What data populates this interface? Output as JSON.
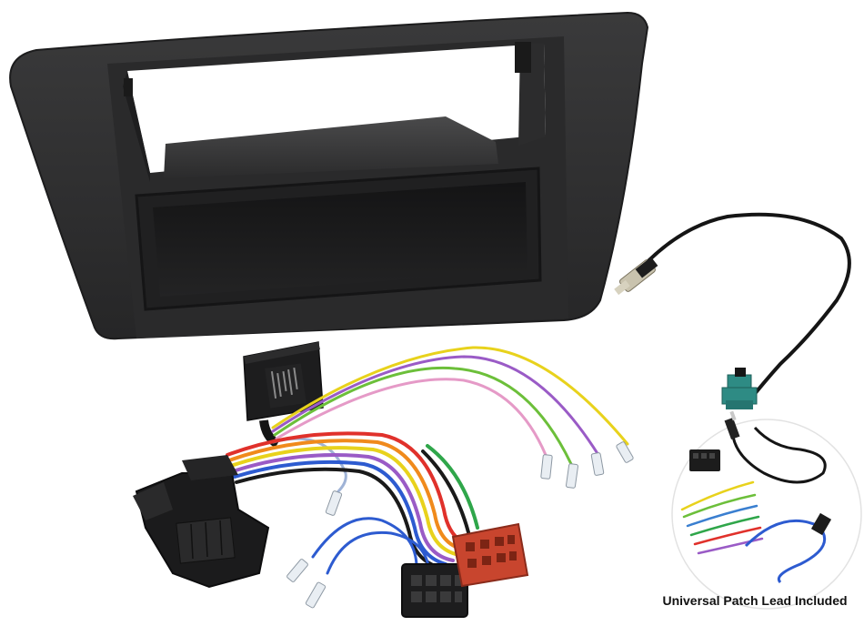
{
  "product": {
    "caption": "Universal Patch Lead Included"
  },
  "colors": {
    "fascia": "#2f2f30",
    "fascia_edge": "#1c1c1d",
    "pocket": "#1a1a1b",
    "fakra": "#2e8b84",
    "iso_red": "#c8452e",
    "wire_yellow": "#e8d21c",
    "wire_green": "#6cbf3a",
    "wire_purple": "#9a5bc6",
    "wire_red": "#e0312b",
    "wire_orange": "#f08a1c",
    "wire_blue": "#2d5bd0",
    "wire_pink": "#e59ac7"
  },
  "parts": [
    {
      "name": "single-din-fascia-panel"
    },
    {
      "name": "aerial-adapter"
    },
    {
      "name": "steering-control-interface"
    },
    {
      "name": "iso-wiring-harness"
    },
    {
      "name": "universal-patch-lead"
    }
  ]
}
